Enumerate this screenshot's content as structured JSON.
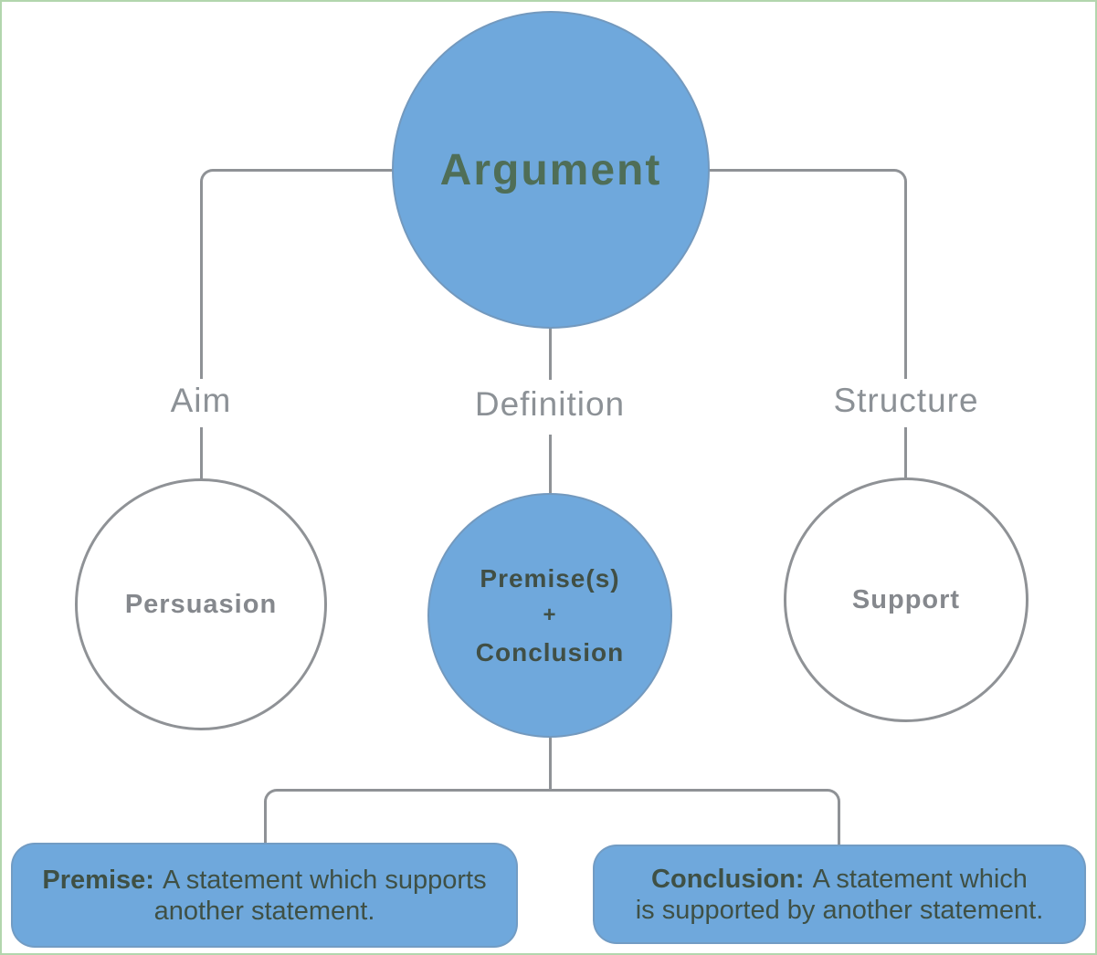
{
  "colors": {
    "node_fill": "#6fa8dc",
    "connector": "#8f9296",
    "outline_circle_border": "#8f9296",
    "branch_label": "#8c9196",
    "outline_node_text": "#85888d",
    "root_text": "#4f6e57",
    "filled_node_text": "#414f45",
    "box_text": "#3f5045",
    "canvas_edge": "#b2d6ad"
  },
  "root": {
    "label": "Argument"
  },
  "branches": [
    {
      "label": "Aim"
    },
    {
      "label": "Definition"
    },
    {
      "label": "Structure"
    }
  ],
  "nodes": {
    "aim": {
      "label": "Persuasion"
    },
    "definition": {
      "lines": [
        "Premise(s)",
        "+",
        "Conclusion"
      ]
    },
    "structure": {
      "label": "Support"
    }
  },
  "leaf_boxes": [
    {
      "lead": "Premise:",
      "line1": "A statement which supports",
      "line2": "another statement."
    },
    {
      "lead": "Conclusion:",
      "line1": "A statement which",
      "line2": "is supported by another statement."
    }
  ]
}
